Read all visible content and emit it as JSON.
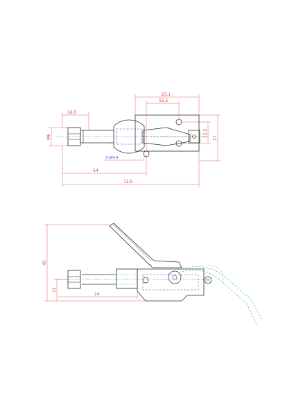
{
  "drawing": {
    "line_color": "#2b2b2b",
    "dimension_color": "#d83a3a",
    "hidden_color": "#4040d0",
    "centerline_color": "#2fa84a",
    "motion_color": "#3cbf6a"
  },
  "top_view": {
    "dims": {
      "overall_length": "72.5",
      "rod_to_hole": "54",
      "body_width": "23.1",
      "hole_spacing": "15.5",
      "thread_length": "16.5",
      "plate_height": "27",
      "hole_vertical": "15.5",
      "thread_dia": "M6"
    },
    "hole_note": "3-Ø4.4"
  },
  "side_view": {
    "dims": {
      "overall_height": "45",
      "stroke": "24",
      "base_height": "12"
    }
  }
}
